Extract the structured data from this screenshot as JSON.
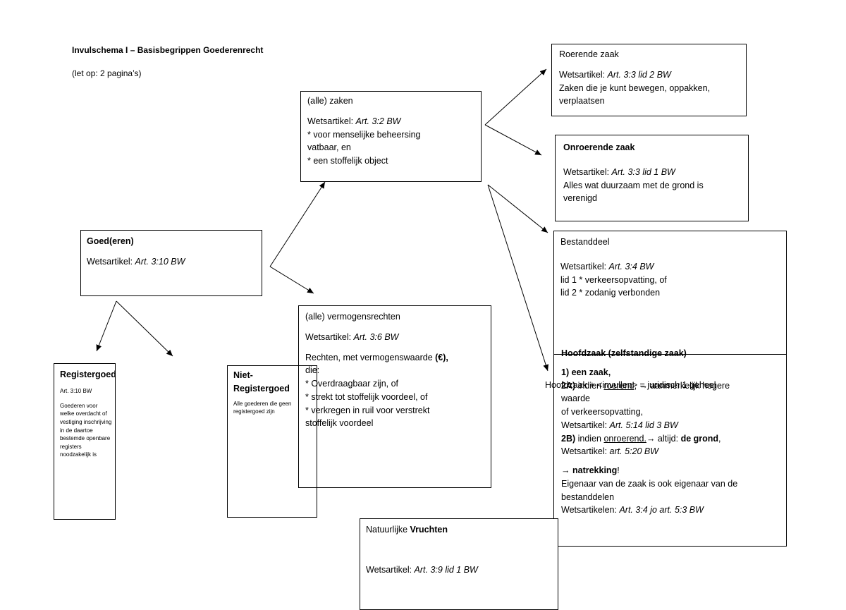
{
  "header": {
    "title": "Invulschema I – Basisbegrippen Goederenrecht",
    "subtitle": "(let op: 2 pagina’s)"
  },
  "goed": {
    "title": "Goed(eren)",
    "wet_label": "Wetsartikel: ",
    "wet_ref": "Art. 3:10 BW"
  },
  "registergoed": {
    "title": "Registergoed",
    "ref": "Art. 3:10 BW",
    "desc": [
      "Goederen voor",
      "welke overdacht of",
      "vestiging inschrijving",
      "in de daartoe",
      "bestemde openbare",
      "registers",
      "noodzakelijk is"
    ]
  },
  "niet_registergoed": {
    "title_1": "Niet-",
    "title_2": "Registergoed",
    "desc": [
      "Alle goederen die geen",
      "registergoed zijn"
    ]
  },
  "zaken": {
    "title": "(alle) zaken",
    "wet_label": "Wetsartikel: ",
    "wet_ref": "Art. 3:2 BW",
    "lines": [
      "* voor menselijke beheersing",
      "vatbaar, en",
      "* een stoffelijk object"
    ]
  },
  "vermogensrechten": {
    "title": "(alle) vermogensrechten",
    "wet_label": "Wetsartikel:  ",
    "wet_ref": "Art. 3:6 BW",
    "intro_a": "Rechten, met vermogenswaarde ",
    "intro_euro": "(€),",
    "intro_b": "die:",
    "lines": [
      "* Overdraagbaar zijn, of",
      "* strekt tot stoffelijk voordeel, of",
      "* verkregen in ruil voor verstrekt",
      "stoffelijk voordeel"
    ]
  },
  "roerende": {
    "title": "Roerende zaak",
    "wet_label": "Wetsartikel: ",
    "wet_ref": "Art. 3:3 lid 2 BW",
    "lines": [
      "Zaken die je kunt bewegen, oppakken,",
      "verplaatsen"
    ]
  },
  "onroerende": {
    "title": "Onroerende zaak",
    "wet_label": "Wetsartikel: ",
    "wet_ref": "Art. 3:3 lid 1 BW",
    "lines": [
      "Alles wat duurzaam met de grond is",
      "verenigd"
    ]
  },
  "bestanddeel": {
    "title": "Bestanddeel",
    "wet_label": "Wetsartikel: ",
    "wet_ref": "Art. 3:4 BW",
    "lines": [
      "lid 1 * verkeersopvatting, of",
      "lid 2 * zodanig verbonden"
    ]
  },
  "hoofdzaak": {
    "title": "Hoofdzaak (zelfstandige zaak)",
    "overlay": "Hoofdzaak + <invullen> = juridisch 1 geheel",
    "l1": "1) een zaak,",
    "l2_pre": "2A) ",
    "l2_mid": "indien ",
    "l2_u": "roerend",
    "l2_post": ", → aanmerkelijk hogere",
    "l3": "waarde",
    "l4": "of verkeersopvatting,",
    "l5_label": "Wetsartikel: ",
    "l5_ref": "Art. 5:14 lid 3 BW",
    "l6_pre": "2B) ",
    "l6_mid": "indien ",
    "l6_u": "onroerend.",
    "l6_arrow": "→ altijd: ",
    "l6_b": "de grond",
    "l6_end": ",",
    "l7_label": "Wetsartikel: ",
    "l7_ref": "art. 5:20 BW",
    "natrekking_arrow": "→ ",
    "natrekking": "natrekking",
    "natrekking_end": "!",
    "eig1": "Eigenaar van de zaak is ook eigenaar van de",
    "eig2": "bestanddelen",
    "wet_label": "Wetsartikelen:  ",
    "wet_ref": "Art. 3:4 jo art. 5:3 BW"
  },
  "vruchten": {
    "title_a": "Natuurlijke ",
    "title_b": "Vruchten",
    "wet_label": "Wetsartikel: ",
    "wet_ref": "Art. 3:9 lid 1 BW"
  }
}
